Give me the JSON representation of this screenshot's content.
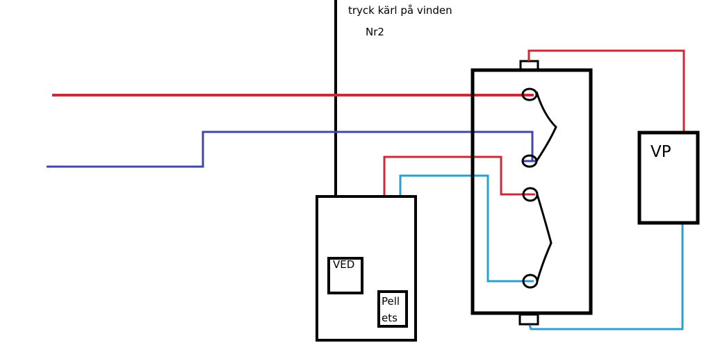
{
  "diagram": {
    "title": "tryck kärl på vinden",
    "subtitle": "Nr2",
    "components": {
      "boiler": {
        "name": "boiler",
        "sub_boxes": {
          "wood": "VED",
          "pellets_line1": "Pell",
          "pellets_line2": "ets"
        }
      },
      "storage_tank": {
        "name": "pressure vessel with two coils"
      },
      "heat_pump": {
        "label": "VP"
      }
    },
    "colors": {
      "supply_hot": "#cc2a36",
      "return_cold": "#2aa0d0",
      "supply_blue": "#3f48a8",
      "outline": "#000000"
    },
    "connections": [
      {
        "name": "incoming-hot-line",
        "color": "supply_hot",
        "from": "left",
        "to": "upper-coil-top"
      },
      {
        "name": "incoming-return-line",
        "color": "supply_blue",
        "from": "left",
        "to": "upper-coil-bottom"
      },
      {
        "name": "boiler-supply-line",
        "color": "supply_hot",
        "from": "boiler",
        "to": "lower-coil-top"
      },
      {
        "name": "boiler-return-line",
        "color": "return_cold",
        "from": "boiler",
        "to": "lower-coil-bottom"
      },
      {
        "name": "heat-pump-supply-line",
        "color": "supply_hot",
        "from": "tank-top",
        "to": "heat-pump"
      },
      {
        "name": "heat-pump-return-line",
        "color": "return_cold",
        "from": "heat-pump",
        "to": "tank-bottom"
      }
    ]
  }
}
